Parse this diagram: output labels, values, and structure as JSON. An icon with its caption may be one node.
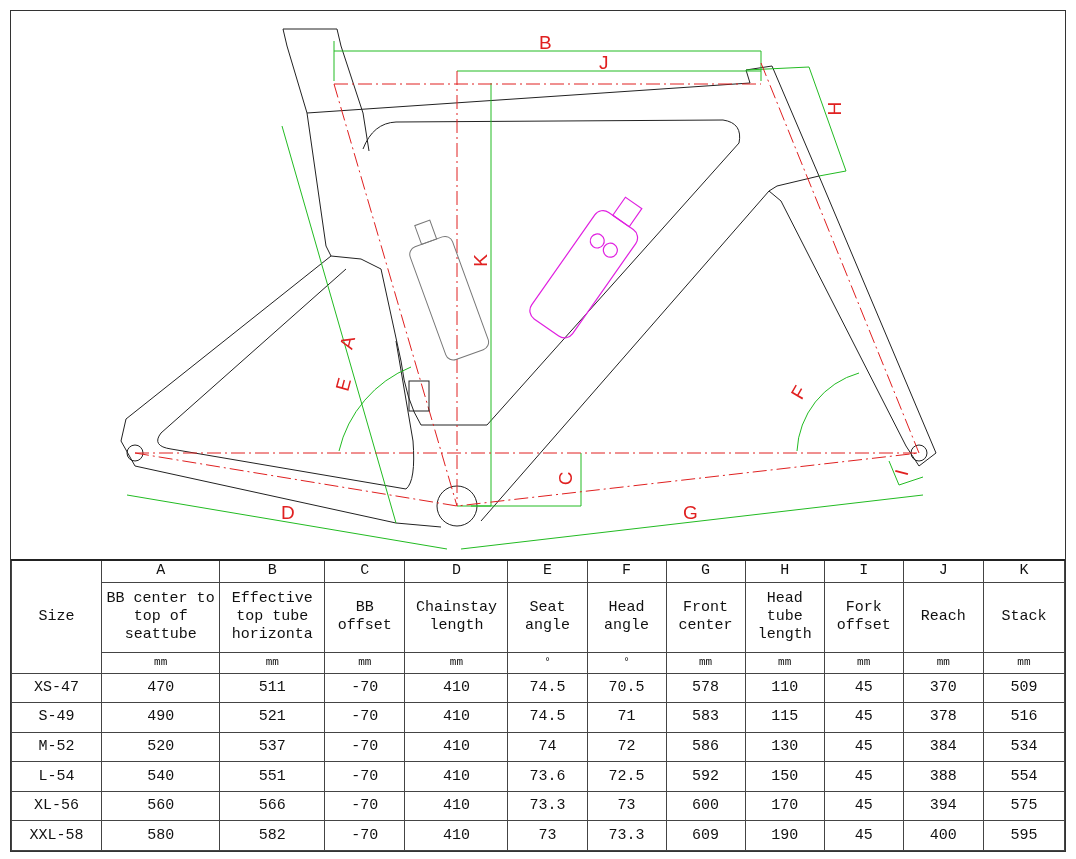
{
  "diagram": {
    "labels": [
      "B",
      "J",
      "H",
      "K",
      "A",
      "E",
      "F",
      "C",
      "D",
      "G",
      "I",
      "Size",
      "A",
      "B",
      "C",
      "D",
      "E",
      "F",
      "G",
      "H",
      "I",
      "J",
      "K",
      "BB center to top of seattube",
      "Effective top tube horizonta",
      "BB offset",
      "Chainstay length",
      "Seat angle",
      "Head angle",
      "Front center",
      "Head tube length",
      "Fork offset",
      "Reach",
      "Stack",
      "mm",
      "mm",
      "mm",
      "mm",
      "°",
      "°",
      "mm",
      "mm",
      "mm",
      "mm",
      "mm",
      "XS-47",
      "470",
      "511",
      "-70",
      "410",
      "74.5",
      "70.5",
      "578",
      "110",
      "45",
      "370",
      "509",
      "S-49",
      "490",
      "521",
      "-70",
      "410",
      "74.5",
      "71",
      "583",
      "115",
      "45",
      "378",
      "516",
      "M-52",
      "520",
      "537",
      "-70",
      "410",
      "74",
      "72",
      "586",
      "130",
      "45",
      "384",
      "534",
      "L-54",
      "540",
      "551",
      "-70",
      "410",
      "73.6",
      "72.5",
      "592",
      "150",
      "45",
      "388",
      "554",
      "XL-56",
      "560",
      "566",
      "-70",
      "410",
      "73.3",
      "73",
      "600",
      "170",
      "45",
      "394",
      "575",
      "XXL-58",
      "580",
      "582",
      "-70",
      "410",
      "73",
      "73.3",
      "609",
      "190",
      "45",
      "400",
      "595"
    ]
  }
}
